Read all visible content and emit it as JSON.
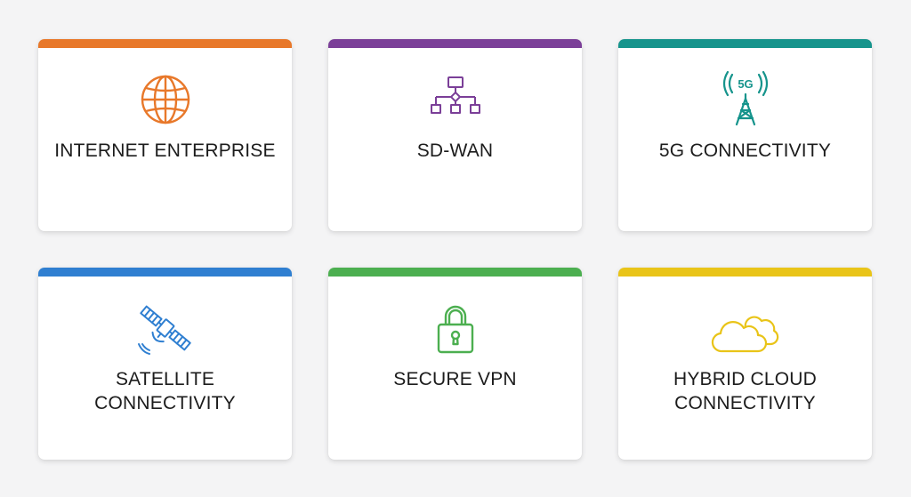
{
  "cards": [
    {
      "lines": [
        "INTERNET ENTERPRISE"
      ],
      "icon": "globe-icon",
      "color": "#e8782a"
    },
    {
      "lines": [
        "SD-WAN"
      ],
      "icon": "network-hierarchy-icon",
      "color": "#7b3f98"
    },
    {
      "lines": [
        "5G CONNECTIVITY"
      ],
      "icon": "5g-tower-icon",
      "color": "#16948c",
      "icon_text": "5G"
    },
    {
      "lines": [
        "SATELLITE",
        "CONNECTIVITY"
      ],
      "icon": "satellite-icon",
      "color": "#2f7fd1"
    },
    {
      "lines": [
        "SECURE VPN"
      ],
      "icon": "padlock-icon",
      "color": "#4caf50"
    },
    {
      "lines": [
        "HYBRID CLOUD",
        "CONNECTIVITY"
      ],
      "icon": "cloud-icon",
      "color": "#e9c418"
    }
  ]
}
